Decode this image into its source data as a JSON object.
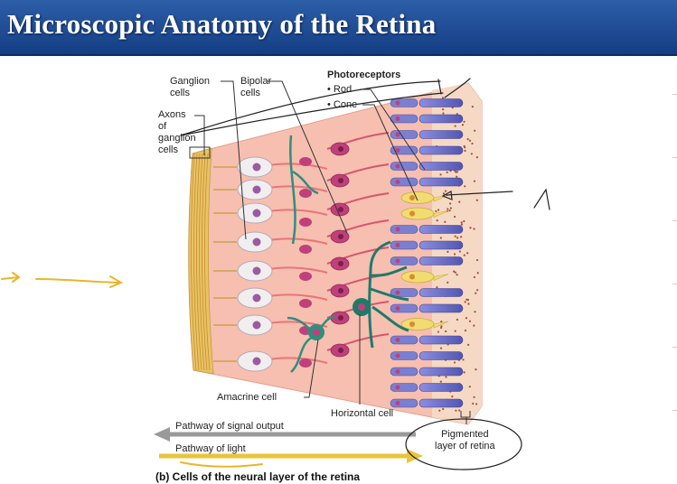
{
  "slide": {
    "title": "Microscopic Anatomy of the Retina"
  },
  "figure": {
    "labels": {
      "ganglion_cells": [
        "Ganglion",
        "cells"
      ],
      "bipolar_cells": [
        "Bipolar",
        "cells"
      ],
      "axons_of_ganglion_cells": [
        "Axons",
        "of",
        "ganglion",
        "cells"
      ],
      "photoreceptors": "Photoreceptors",
      "rod": "• Rod",
      "cone": "• Cone",
      "amacrine_cell": "Amacrine cell",
      "horizontal_cell": "Horizontal cell",
      "pathway_signal_output": "Pathway of signal output",
      "pathway_light": "Pathway of light",
      "pigmented_layer": [
        "Pigmented",
        "layer of retina"
      ]
    },
    "caption": "(b) Cells of the neural layer of the retina"
  },
  "colors": {
    "title_bar": "#1f4e97",
    "tissue": "#f4b7a8",
    "rods": "#6b6fc4",
    "cones": "#f0dc72",
    "neurons": "#c0407a",
    "ganglion": "#f1eef0",
    "amacrine_horizontal": "#2f8f7e",
    "light_arrow": "#e8c53a",
    "output_arrow": "#9a9a9a",
    "annotation_pen": "#e8b62a"
  }
}
